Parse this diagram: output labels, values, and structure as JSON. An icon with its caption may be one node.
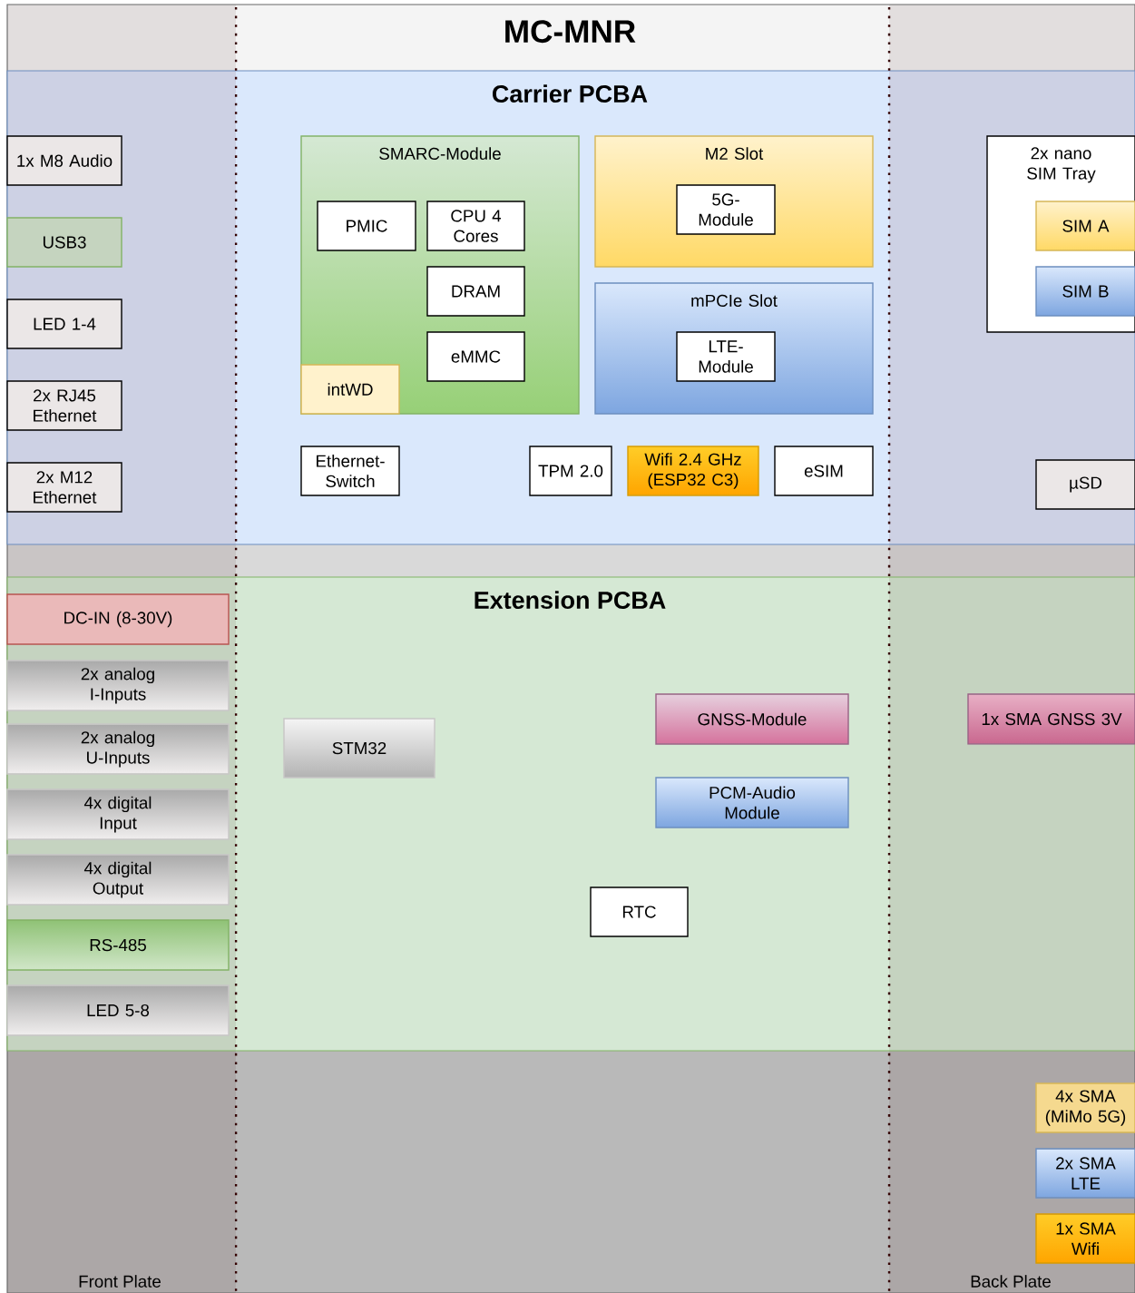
{
  "diagram": {
    "nodes": [
      {
        "text": [
          "MC-MNR"
        ]
      },
      {
        "text": [
          "Carrier PCBA"
        ],
        "in": 0
      },
      {
        "text": [
          "1x M8 Audio"
        ],
        "in": 1
      },
      {
        "text": [
          "USB3"
        ],
        "in": 1
      },
      {
        "text": [
          "LED 1-4"
        ],
        "in": 1
      },
      {
        "text": [
          "2x RJ45 Ethernet"
        ],
        "in": 1
      },
      {
        "text": [
          "2x M12 Ethernet"
        ],
        "in": 1
      },
      {
        "text": [
          "SMARC-Module"
        ],
        "in": 1
      },
      {
        "text": [
          "PMIC"
        ],
        "in": 7
      },
      {
        "text": [
          "CPU 4 Cores"
        ],
        "in": 7
      },
      {
        "text": [
          "DRAM"
        ],
        "in": 7
      },
      {
        "text": [
          "eMMC"
        ],
        "in": 7
      },
      {
        "text": [
          "intWD"
        ],
        "in": 7
      },
      {
        "text": [
          "M2 Slot"
        ],
        "in": 1
      },
      {
        "text": [
          "5G-Module"
        ],
        "in": 13
      },
      {
        "text": [
          "mPCIe Slot"
        ],
        "in": 1
      },
      {
        "text": [
          "LTE-Module"
        ],
        "in": 15
      },
      {
        "text": [
          "Ethernet-Switch"
        ],
        "in": 1
      },
      {
        "text": [
          "TPM 2.0"
        ],
        "in": 1
      },
      {
        "text": [
          "Wifi 2.4 GHz (ESP32 C3)"
        ],
        "in": 1
      },
      {
        "text": [
          "eSIM"
        ],
        "in": 1
      },
      {
        "text": [
          "2x nano SIM Tray"
        ],
        "in": 1
      },
      {
        "text": [
          "SIM A"
        ],
        "in": 21
      },
      {
        "text": [
          "SIM B"
        ],
        "in": 21
      },
      {
        "text": [
          "µSD"
        ],
        "in": 1
      },
      {
        "text": [
          "Extension PCBA"
        ],
        "in": 0
      },
      {
        "text": [
          "DC-IN (8-30V)"
        ],
        "in": 25
      },
      {
        "text": [
          "2x analog I-Inputs"
        ],
        "in": 25
      },
      {
        "text": [
          "2x analog U-Inputs"
        ],
        "in": 25
      },
      {
        "text": [
          "4x digital Input"
        ],
        "in": 25
      },
      {
        "text": [
          "4x digital Output"
        ],
        "in": 25
      },
      {
        "text": [
          "RS-485"
        ],
        "in": 25
      },
      {
        "text": [
          "LED 5-8"
        ],
        "in": 25
      },
      {
        "text": [
          "STM32"
        ],
        "in": 25
      },
      {
        "text": [
          "GNSS-Module"
        ],
        "in": 25
      },
      {
        "text": [
          "PCM-Audio Module"
        ],
        "in": 25
      },
      {
        "text": [
          "RTC"
        ],
        "in": 25
      },
      {
        "text": [
          "1x SMA GNSS 3V"
        ],
        "in": 25
      },
      {
        "text": [
          "4x SMA (MiMo 5G)"
        ],
        "in": 0
      },
      {
        "text": [
          "2x SMA LTE"
        ],
        "in": 0
      },
      {
        "text": [
          "1x SMA Wifi"
        ],
        "in": 0
      }
    ],
    "labels": [
      "Front Plate",
      "Back Plate"
    ]
  }
}
